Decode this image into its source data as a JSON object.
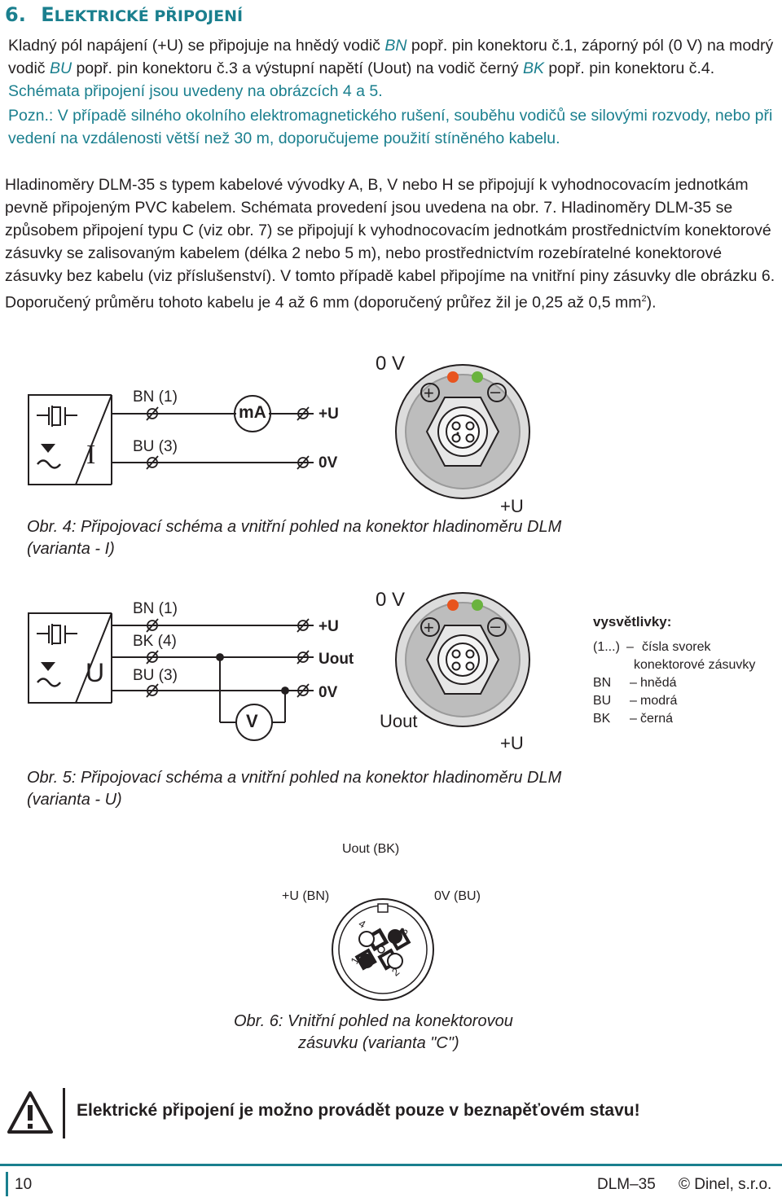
{
  "section": {
    "number": "6.",
    "title_first": "E",
    "title_rest": "LEKTRICKÉ PŘIPOJENÍ"
  },
  "intro": {
    "p1_a": "Kladný pól napájení (+U) se připojuje na hnědý vodič ",
    "p1_bn": "BN",
    "p1_b": " popř. pin konektoru č.1, záporný pól (0 V) na modrý vodič ",
    "p1_bu": "BU",
    "p1_c": " popř. pin konektoru č.3 a výstupní napětí (Uout) na vodič černý ",
    "p1_bk": "BK",
    "p1_d": " popř. pin konektoru č.4.",
    "p1_e": "Schémata připojení jsou uvedeny na obrázcích 4 a 5.",
    "p2_pozn": "Pozn.",
    "p2_text": ": V případě silného okolního elektromagnetického rušení, souběhu vodičů se silovými rozvody, nebo při vedení na vzdálenosti větší než 30 m, doporučujeme použití stíněného kabelu."
  },
  "body": {
    "p3": "Hladinoměry DLM-35 s typem kabelové vývodky A, B, V nebo H se připojují k vyhodnocovacím jednotkám pevně připojeným PVC kabelem. Schémata provedení jsou uvedena na obr. 7. Hladinoměry DLM-35 se způsobem připojení typu C (viz obr. 7) se připojují k vyhodnocovacím jednotkám prostřednictvím konektorové zásuvky se zalisovaným kabelem (délka 2 nebo 5 m), nebo prostřednictvím rozebíratelné konektorové zásuvky bez kabelu (viz příslušenství). V tomto případě kabel připojíme na vnitřní piny zásuvky dle obrázku 6. Doporučený průměru tohoto kabelu je 4 až 6 mm (doporučený průřez žil je 0,25 až 0,5 mm",
    "p3_sup": "2",
    "p3_end": ")."
  },
  "fig4": {
    "device_symbol": "I",
    "bn": "BN (1)",
    "bu": "BU (3)",
    "meter": "mA",
    "plus_u": "+U",
    "zero_v": "0V",
    "conn_0v": "0 V",
    "conn_plus": "+",
    "conn_minus": "–",
    "conn_plusu": "+U",
    "caption_prefix": "Obr. 4",
    "caption_text": ": Připojovací schéma a vnitřní pohled na konektor hladinoměru DLM (varianta - I)"
  },
  "fig5": {
    "device_symbol": "U",
    "bn": "BN (1)",
    "bk": "BK (4)",
    "bu": "BU (3)",
    "meter": "V",
    "plus_u": "+U",
    "uout": "Uout",
    "zero_v": "0V",
    "conn_0v": "0 V",
    "conn_plus": "+",
    "conn_minus": "–",
    "conn_uout": "Uout",
    "conn_plusu": "+U",
    "caption_prefix": "Obr. 5",
    "caption_text": ": Připojovací schéma a vnitřní pohled na konektor hladinoměru DLM (varianta - U)"
  },
  "legend": {
    "title": "vysvětlivky:",
    "rows": [
      {
        "key": "(1...)",
        "dash": "–",
        "value": "čísla svorek"
      },
      {
        "key": "",
        "dash": "",
        "value": "konektorové zásuvky"
      },
      {
        "key": "BN",
        "dash": "–",
        "value": "hnědá"
      },
      {
        "key": "BU",
        "dash": "–",
        "value": "modrá"
      },
      {
        "key": "BK",
        "dash": "–",
        "value": "černá"
      }
    ]
  },
  "fig6": {
    "uout": "Uout (BK)",
    "plusu": "+U (BN)",
    "zerov": "0V (BU)",
    "pin1": "1",
    "pin2": "2",
    "pin3": "3",
    "pin4": "4",
    "caption_line1_prefix": "Obr. 6",
    "caption_line1_text": ": Vnitřní pohled na konektorovou",
    "caption_line2": "zásuvku (varianta \"C\")"
  },
  "warning": {
    "icon": "warning-triangle-icon",
    "text": "Elektrické připojení je možno provádět pouze v beznapěťovém stavu!"
  },
  "footer": {
    "page": "10",
    "product": "DLM–35",
    "copyright": "© Dinel, s.r.o."
  },
  "colors": {
    "accent": "#1a7f8e",
    "led_orange": "#e8541e",
    "led_green": "#6ab33e"
  }
}
